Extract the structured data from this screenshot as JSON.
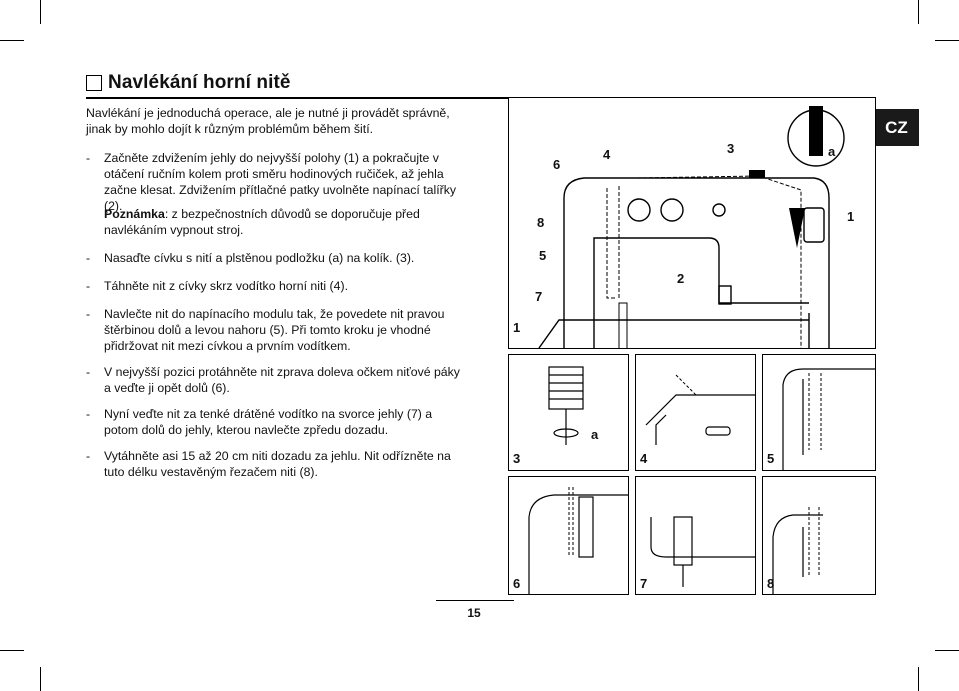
{
  "page": {
    "title": "Navlékání horní nitě",
    "language_tab": "CZ",
    "page_number": "15"
  },
  "intro": "Navlékání je jednoduchá operace, ale je nutné ji provádět správně, jinak by mohlo dojít k různým problémům během šití.",
  "steps": [
    "Začněte zdvižením jehly do nejvyšší polohy (1) a pokračujte v otáčení ručním kolem proti směru hodinových ručiček, až jehla začne klesat. Zdvižením přítlačné patky uvolněte napínací talířky (2).",
    "Nasaďte cívku s nití a plstěnou podložku (a) na kolík. (3).",
    "Táhněte nit z cívky skrz vodítko horní niti (4).",
    "Navlečte nit do napínacího modulu tak, že povedete nit pravou štěrbinou dolů a levou nahoru (5). Při tomto kroku je vhodné přidržovat nit mezi cívkou a prvním vodítkem.",
    "V nejvyšší pozici protáhněte nit zprava doleva očkem niťové páky a veďte ji opět dolů (6).",
    "Nyní veďte nit za tenké drátěné vodítko na svorce jehly (7) a potom dolů do jehly, kterou navlečte zpředu dozadu.",
    "Vytáhněte asi 15 až 20 cm niti dozadu za jehlu. Nit odřízněte na tuto délku vestavěným řezačem niti (8)."
  ],
  "note": {
    "label": "Poznámka",
    "text": ": z bezpečnostních důvodů se doporučuje před navlékáním vypnout stroj."
  },
  "bullet": "-",
  "main_diagram": {
    "labels": [
      "6",
      "4",
      "3",
      "a",
      "8",
      "1",
      "5",
      "2",
      "7",
      "1"
    ]
  },
  "small_diagrams": [
    {
      "label": "3",
      "extra": "a"
    },
    {
      "label": "4"
    },
    {
      "label": "5"
    },
    {
      "label": "6"
    },
    {
      "label": "7"
    },
    {
      "label": "8"
    }
  ]
}
